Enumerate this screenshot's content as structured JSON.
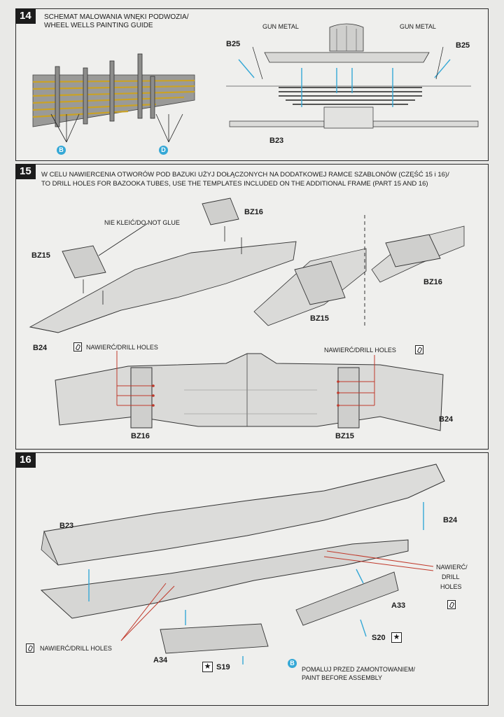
{
  "colors": {
    "accent_blue": "#35a8d6",
    "red_line": "#c0392b",
    "panel_border": "#2a2a2a"
  },
  "steps": [
    {
      "number": "14",
      "title_pl": "SCHEMAT MALOWANIA WNĘKI PODWOZIA/",
      "title_en": "WHEEL WELLS PAINTING GUIDE",
      "paint_callouts": [
        "B",
        "D"
      ],
      "labels": {
        "gun_metal_left": "GUN METAL",
        "gun_metal_right": "GUN METAL",
        "b25_left": "B25",
        "b25_right": "B25",
        "b23": "B23"
      }
    },
    {
      "number": "15",
      "instruction_pl": "W CELU NAWIERCENIA OTWORÓW POD BAZUKI UŻYJ DOŁĄCZONYCH NA DODATKOWEJ RAMCE SZABLONÓW (CZĘŚĆ 15 i 16)/",
      "instruction_en": "TO DRILL HOLES FOR BAZOOKA TUBES, USE THE TEMPLATES INCLUDED ON THE ADDITIONAL FRAME (PART 15 AND 16)",
      "labels": {
        "do_not_glue": "NIE KLEIĆ/DO NOT GLUE",
        "bz16_a": "BZ16",
        "bz15_a": "BZ15",
        "bz16_b": "BZ16",
        "bz15_b": "BZ15",
        "b24_a": "B24",
        "drill_left": "NAWIERĆ/DRILL HOLES",
        "drill_right": "NAWIERĆ/DRILL HOLES",
        "bz16_c": "BZ16",
        "bz15_c": "BZ15",
        "b24_b": "B24"
      }
    },
    {
      "number": "16",
      "labels": {
        "b23": "B23",
        "b24": "B24",
        "drill_right_1": "NAWIERĆ/",
        "drill_right_2": "DRILL",
        "drill_right_3": "HOLES",
        "a33": "A33",
        "s20": "S20",
        "drill_left": "NAWIERĆ/DRILL HOLES",
        "a34": "A34",
        "s19": "S19",
        "paint_callout": "B",
        "paint_pl": "POMALUJ PRZED ZAMONTOWANIEM/",
        "paint_en": "PAINT BEFORE ASSEMBLY"
      }
    }
  ]
}
